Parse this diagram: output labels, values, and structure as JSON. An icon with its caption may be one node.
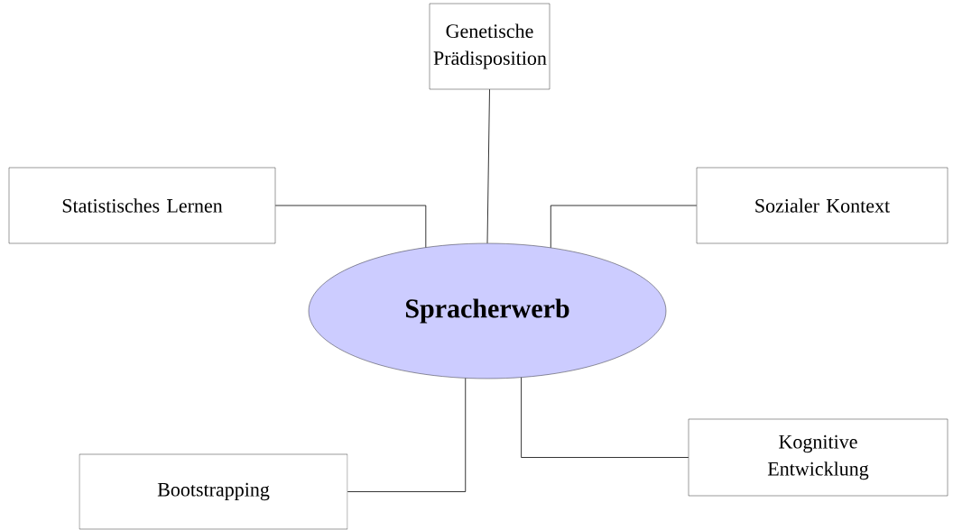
{
  "diagram": {
    "nodes": [
      {
        "text": [
          "Spracherwerb"
        ]
      },
      {
        "text": [
          "Genetische Prädisposition"
        ]
      },
      {
        "text": [
          "Statistisches Lernen"
        ]
      },
      {
        "text": [
          "Sozialer Kontext"
        ]
      },
      {
        "text": [
          "Kognitive Entwicklung"
        ]
      },
      {
        "text": [
          "Bootstrapping"
        ]
      }
    ],
    "edges": [
      {
        "from": 1,
        "to": 0,
        "arrow": "none"
      },
      {
        "from": 2,
        "to": 0,
        "arrow": "none"
      },
      {
        "from": 3,
        "to": 0,
        "arrow": "none"
      },
      {
        "from": 4,
        "to": 0,
        "arrow": "none"
      },
      {
        "from": 5,
        "to": 0,
        "arrow": "none"
      }
    ]
  }
}
